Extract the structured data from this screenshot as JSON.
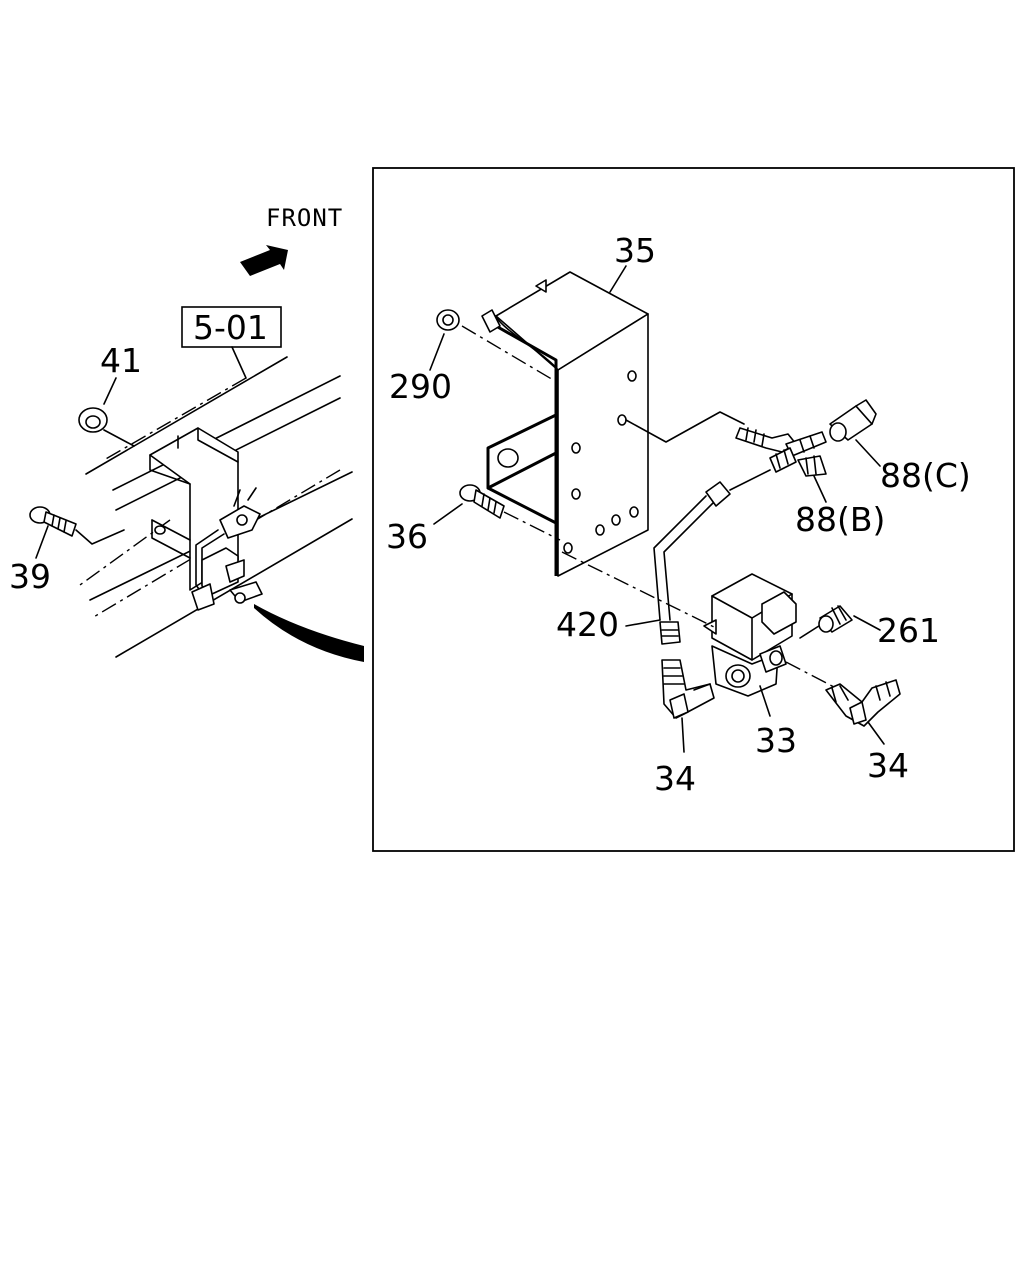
{
  "diagram": {
    "front_label": "FRONT",
    "ref_box_label": "5-01",
    "callouts": {
      "c41": "41",
      "c39": "39",
      "c35": "35",
      "c290": "290",
      "c36": "36",
      "c88c": "88(C)",
      "c88b": "88(B)",
      "c420": "420",
      "c261": "261",
      "c33": "33",
      "c34a": "34",
      "c34b": "34"
    }
  }
}
